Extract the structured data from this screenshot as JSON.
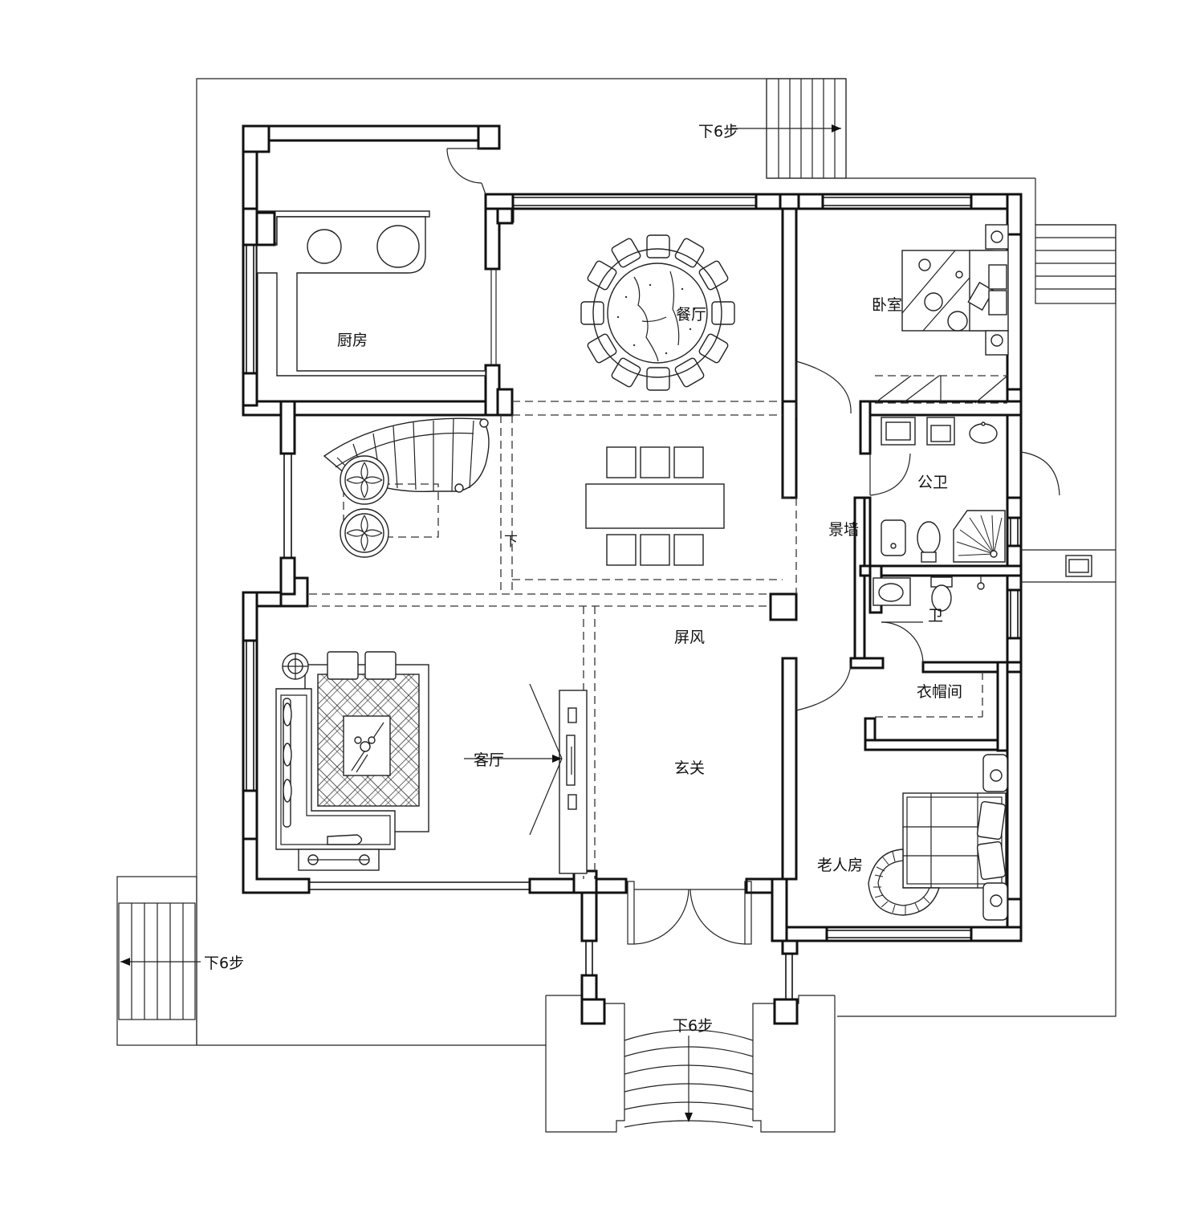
{
  "labels": {
    "kitchen": "厨房",
    "dining": "餐厅",
    "bedroom": "卧室",
    "public_bath": "公卫",
    "feature_wall": "景墙",
    "bath": "卫",
    "closet": "衣帽间",
    "screen": "屏风",
    "living": "客厅",
    "foyer": "玄关",
    "elder_room": "老人房",
    "down_stairs": "下",
    "steps_top": "下6步",
    "steps_left": "下6步",
    "steps_bottom": "下6步"
  },
  "colors": {
    "line": "#111111",
    "background": "#ffffff"
  }
}
